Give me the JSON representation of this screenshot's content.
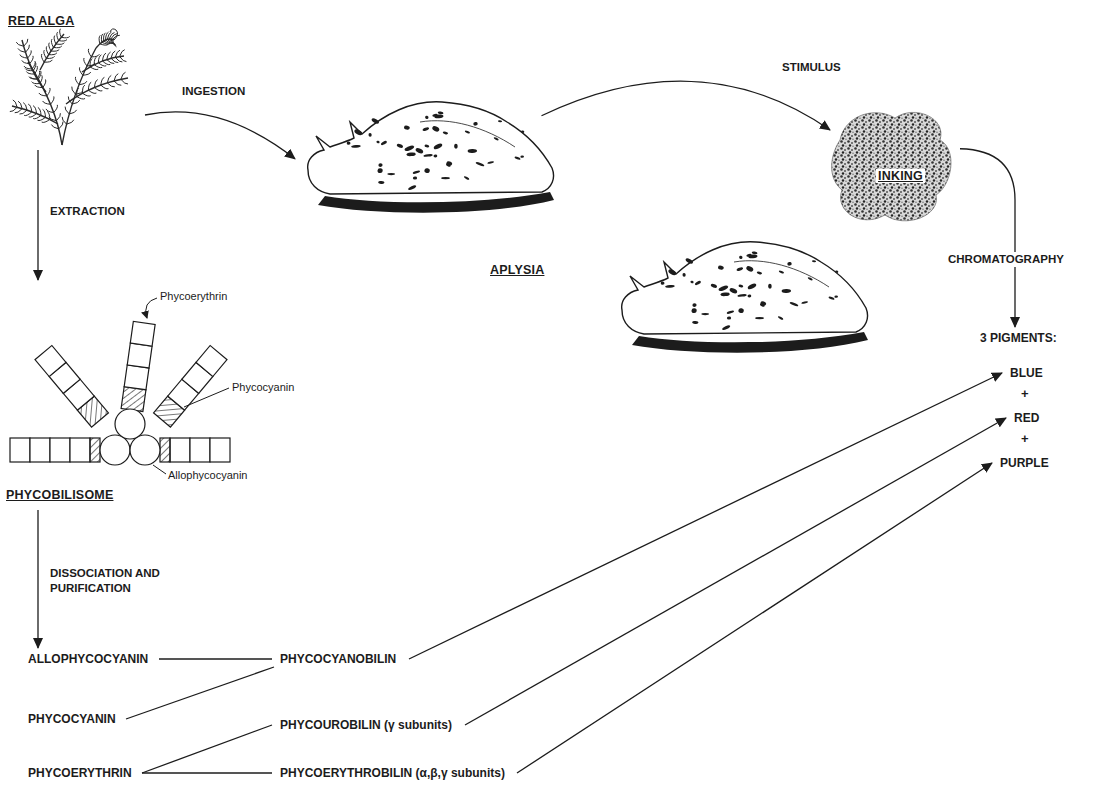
{
  "diagram": {
    "nodes": [
      {
        "text": [
          "RED ALGA"
        ]
      },
      {
        "text": [
          "APLYSIA"
        ]
      },
      {
        "text": [
          "INKING"
        ]
      },
      {
        "text": [
          "PHYCOBILISOME"
        ]
      },
      {
        "text": [
          "3 PIGMENTS:"
        ]
      },
      {
        "text": [
          "BLUE"
        ]
      },
      {
        "text": [
          "RED"
        ]
      },
      {
        "text": [
          "PURPLE"
        ]
      },
      {
        "text": [
          "ALLOPHYCOCYANIN"
        ]
      },
      {
        "text": [
          "PHYCOCYANIN"
        ]
      },
      {
        "text": [
          "PHYCOERYTHRIN"
        ]
      },
      {
        "text": [
          "PHYCOCYANOBILIN"
        ]
      },
      {
        "text": [
          "PHYCOUROBILIN (γ subunits)"
        ]
      },
      {
        "text": [
          "PHYCOERYTHROBILIN (α,β,γ subunits)"
        ]
      }
    ],
    "edges": [
      {
        "from": 0,
        "to": 1,
        "arrow": "to",
        "label": "INGESTION"
      },
      {
        "from": 1,
        "to": 2,
        "arrow": "to",
        "label": "STIMULUS"
      },
      {
        "from": 0,
        "to": 3,
        "arrow": "to",
        "label": "EXTRACTION"
      },
      {
        "from": 2,
        "to": 4,
        "arrow": "to",
        "label": "CHROMATOGRAPHY"
      },
      {
        "from": 3,
        "to": 8,
        "arrow": "to",
        "label": "DISSOCIATION AND PURIFICATION"
      },
      {
        "from": 8,
        "to": 11,
        "arrow": "none"
      },
      {
        "from": 9,
        "to": 11,
        "arrow": "none"
      },
      {
        "from": 10,
        "to": 12,
        "arrow": "none"
      },
      {
        "from": 10,
        "to": 13,
        "arrow": "none"
      },
      {
        "from": 11,
        "to": 5,
        "arrow": "to"
      },
      {
        "from": 12,
        "to": 6,
        "arrow": "to"
      },
      {
        "from": 13,
        "to": 7,
        "arrow": "to"
      }
    ],
    "labels": [
      "Phycoerythrin",
      "Phycocyanin",
      "Allophycocyanin",
      "+",
      "+"
    ]
  }
}
